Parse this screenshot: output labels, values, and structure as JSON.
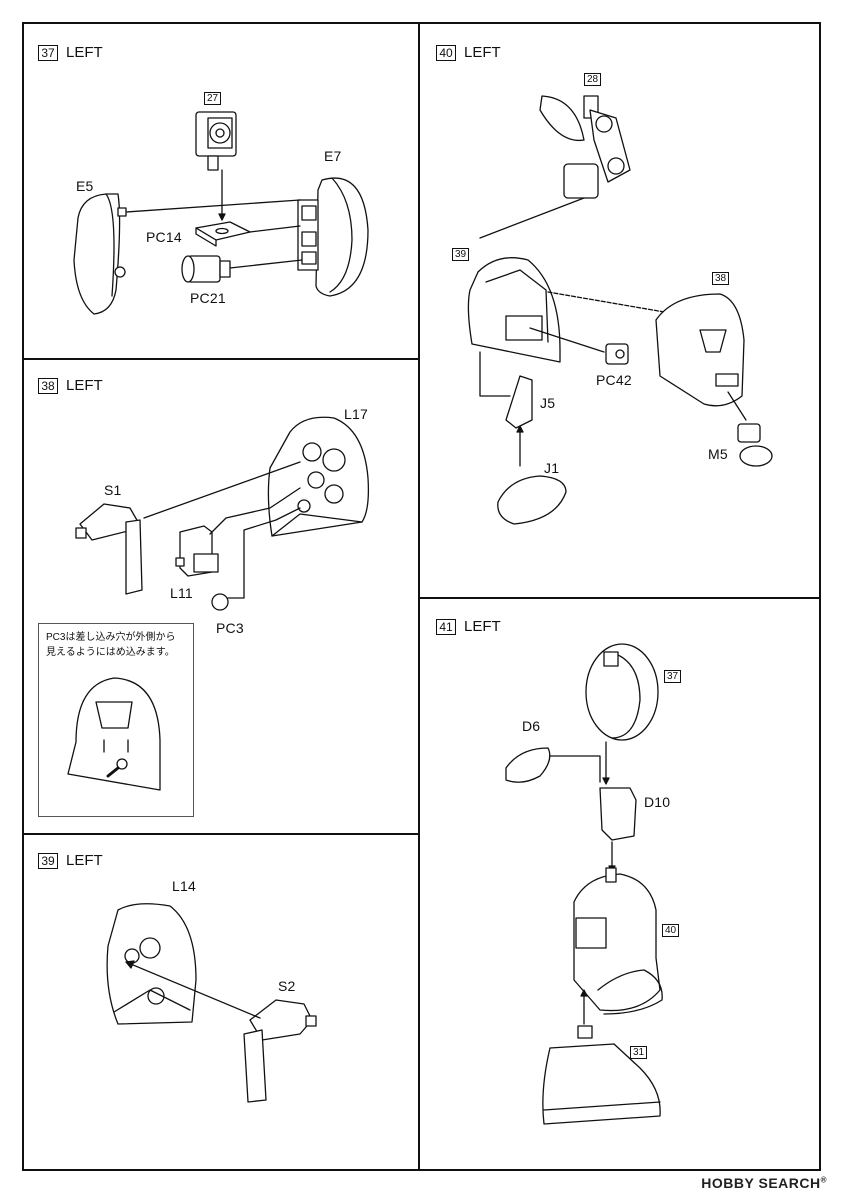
{
  "steps": [
    {
      "number": "37",
      "side": "LEFT"
    },
    {
      "number": "38",
      "side": "LEFT"
    },
    {
      "number": "39",
      "side": "LEFT"
    },
    {
      "number": "40",
      "side": "LEFT"
    },
    {
      "number": "41",
      "side": "LEFT"
    }
  ],
  "parts": {
    "E5": "E5",
    "E7": "E7",
    "PC14": "PC14",
    "PC21": "PC21",
    "S1": "S1",
    "L17": "L17",
    "L11": "L11",
    "PC3": "PC3",
    "L14": "L14",
    "S2": "S2",
    "J5": "J5",
    "J1": "J1",
    "PC42": "PC42",
    "M5": "M5",
    "D6": "D6",
    "D10": "D10"
  },
  "refs": {
    "r27": "27",
    "r28": "28",
    "r39": "39",
    "r38": "38",
    "r37": "37",
    "r40": "40",
    "r31": "31"
  },
  "note": "PC3は差し込み穴が外側から\n見えるようにはめ込みます。",
  "watermark": {
    "brand": "HOBBY SEARCH",
    "mark": "®"
  }
}
